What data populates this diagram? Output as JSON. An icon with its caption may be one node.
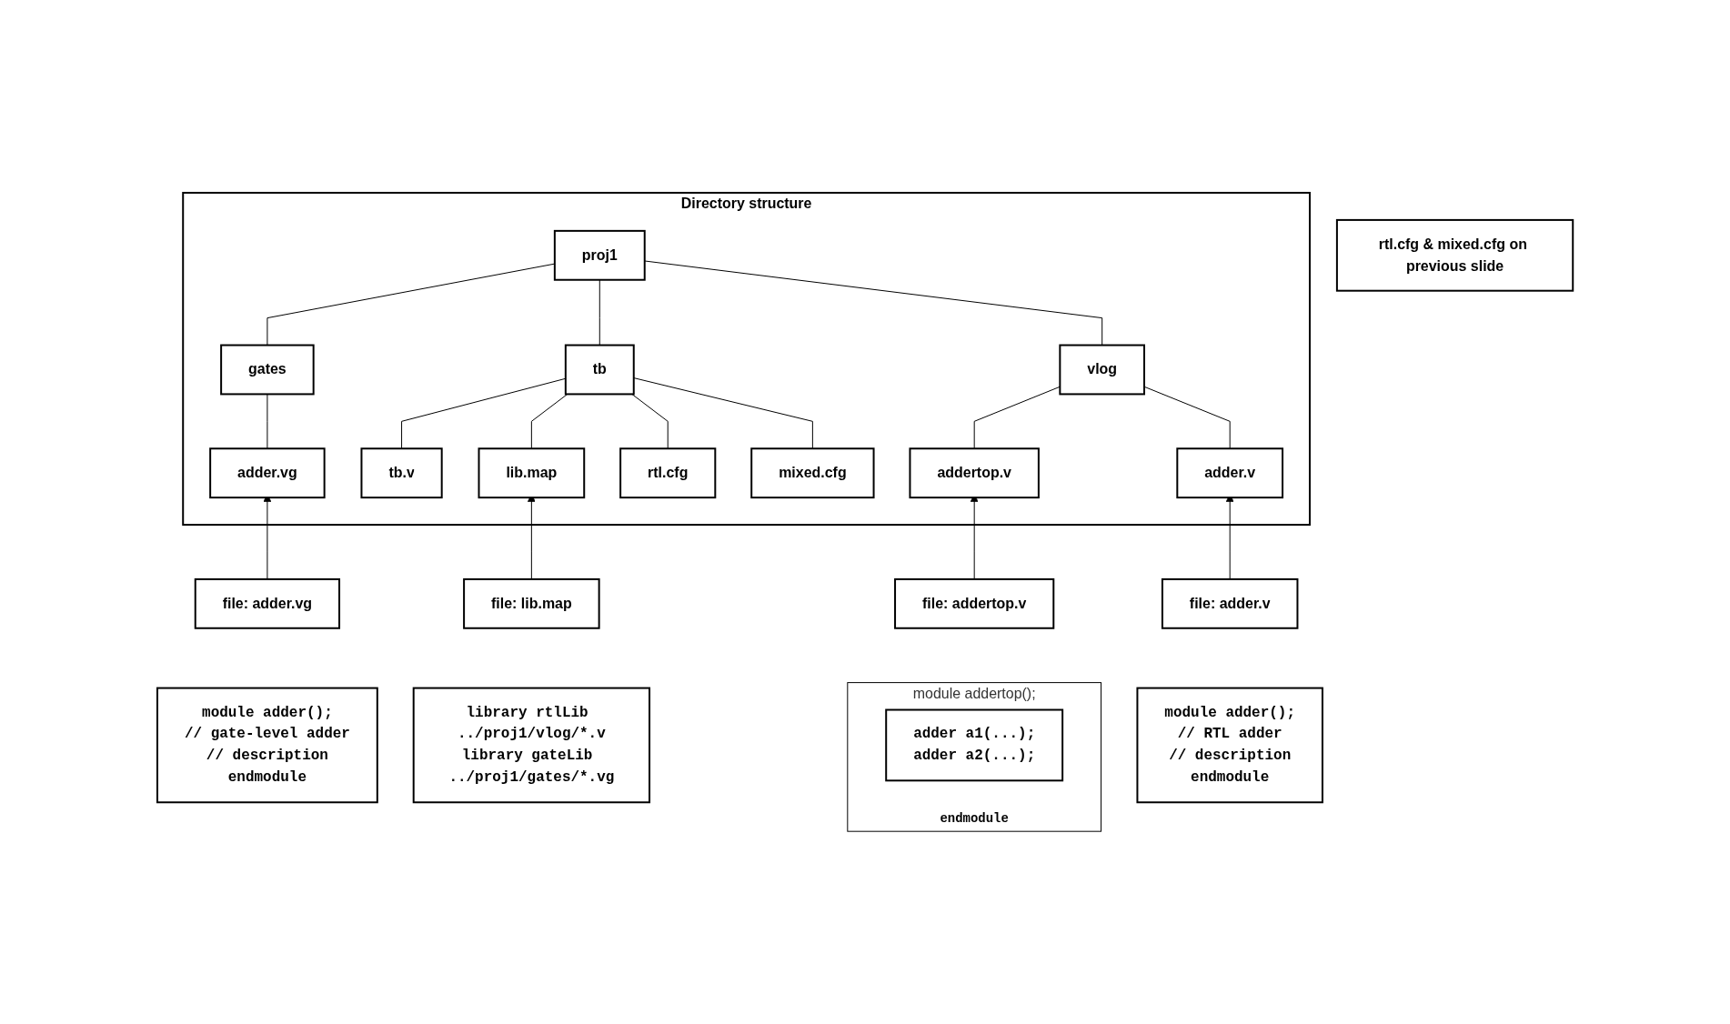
{
  "diagram": {
    "nodes": [
      {
        "text": [
          "Directory structure"
        ]
      },
      {
        "text": [
          "proj1"
        ],
        "in": 0
      },
      {
        "text": [
          "gates"
        ],
        "in": 0
      },
      {
        "text": [
          "tb"
        ],
        "in": 0
      },
      {
        "text": [
          "vlog"
        ],
        "in": 0
      },
      {
        "text": [
          "adder.vg"
        ],
        "in": 0
      },
      {
        "text": [
          "tb.v"
        ],
        "in": 0
      },
      {
        "text": [
          "lib.map"
        ],
        "in": 0
      },
      {
        "text": [
          "rtl.cfg"
        ],
        "in": 0
      },
      {
        "text": [
          "mixed.cfg"
        ],
        "in": 0
      },
      {
        "text": [
          "addertop.v"
        ],
        "in": 0
      },
      {
        "text": [
          "adder.v"
        ],
        "in": 0
      },
      {
        "text": [
          "file: addertop.v"
        ]
      },
      {
        "text": [
          "module addertop();",
          "endmodule"
        ]
      },
      {
        "text": [
          "adder a1(...);",
          "adder a2(...);"
        ],
        "in": 13
      },
      {
        "text": [
          "file: adder.vg"
        ]
      },
      {
        "text": [
          "module adder();",
          "// gate-level adder",
          "// description",
          "endmodule"
        ]
      },
      {
        "text": [
          "file: adder.v"
        ]
      },
      {
        "text": [
          "module adder();",
          "// RTL adder",
          "// description",
          "endmodule"
        ]
      },
      {
        "text": [
          "file: lib.map"
        ]
      },
      {
        "text": [
          "library rtlLib ../proj1/vlog/*.v",
          "library gateLib ../proj1/gates/*.vg"
        ]
      },
      {
        "text": [
          "rtl.cfg & mixed.cfg on previous slide"
        ]
      }
    ],
    "edges": [
      {
        "from": 1,
        "to": 2,
        "arrow": "none"
      },
      {
        "from": 1,
        "to": 3,
        "arrow": "none"
      },
      {
        "from": 1,
        "to": 4,
        "arrow": "none"
      },
      {
        "from": 2,
        "to": 5,
        "arrow": "none"
      },
      {
        "from": 3,
        "to": 6,
        "arrow": "none"
      },
      {
        "from": 3,
        "to": 7,
        "arrow": "none"
      },
      {
        "from": 3,
        "to": 8,
        "arrow": "none"
      },
      {
        "from": 3,
        "to": 9,
        "arrow": "none"
      },
      {
        "from": 4,
        "to": 10,
        "arrow": "none"
      },
      {
        "from": 4,
        "to": 11,
        "arrow": "none"
      },
      {
        "from": 12,
        "to": 10,
        "arrow": "to"
      },
      {
        "from": 15,
        "to": 5,
        "arrow": "to"
      },
      {
        "from": 17,
        "to": 11,
        "arrow": "to"
      },
      {
        "from": 19,
        "to": 7,
        "arrow": "to"
      }
    ]
  }
}
